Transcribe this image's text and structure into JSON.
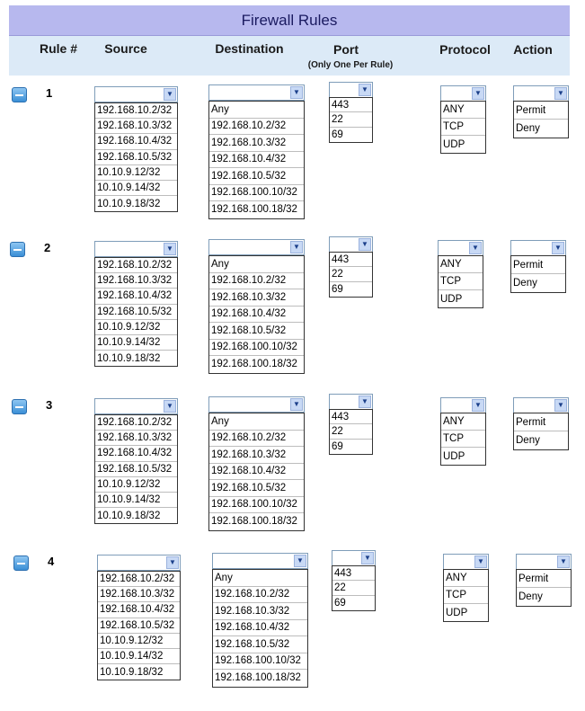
{
  "title": "Firewall Rules",
  "headers": {
    "rule": "Rule #",
    "source": "Source",
    "destination": "Destination",
    "port": "Port",
    "port_note": "(Only One Per Rule)",
    "protocol": "Protocol",
    "action": "Action"
  },
  "source_options": [
    "192.168.10.2/32",
    "192.168.10.3/32",
    "192.168.10.4/32",
    "192.168.10.5/32",
    "10.10.9.12/32",
    "10.10.9.14/32",
    "10.10.9.18/32"
  ],
  "destination_options": [
    "Any",
    "192.168.10.2/32",
    "192.168.10.3/32",
    "192.168.10.4/32",
    "192.168.10.5/32",
    "192.168.100.10/32",
    "192.168.100.18/32"
  ],
  "port_options": [
    "443",
    "22",
    "69"
  ],
  "protocol_options": [
    "ANY",
    "TCP",
    "UDP"
  ],
  "action_options": [
    "Permit",
    "Deny"
  ],
  "rules": [
    {
      "number": "1",
      "source": "",
      "destination": "",
      "port": "",
      "protocol": "",
      "action": ""
    },
    {
      "number": "2",
      "source": "",
      "destination": "",
      "port": "",
      "protocol": "",
      "action": ""
    },
    {
      "number": "3",
      "source": "",
      "destination": "",
      "port": "",
      "protocol": "",
      "action": ""
    },
    {
      "number": "4",
      "source": "",
      "destination": "",
      "port": "",
      "protocol": "",
      "action": ""
    }
  ],
  "colors": {
    "title_bg": "#b7b8ee",
    "header_bg": "#dceaf7",
    "button": "#3b8fd6"
  },
  "icons": {
    "remove": "minus-icon",
    "dropdown": "chevron-down-icon"
  }
}
